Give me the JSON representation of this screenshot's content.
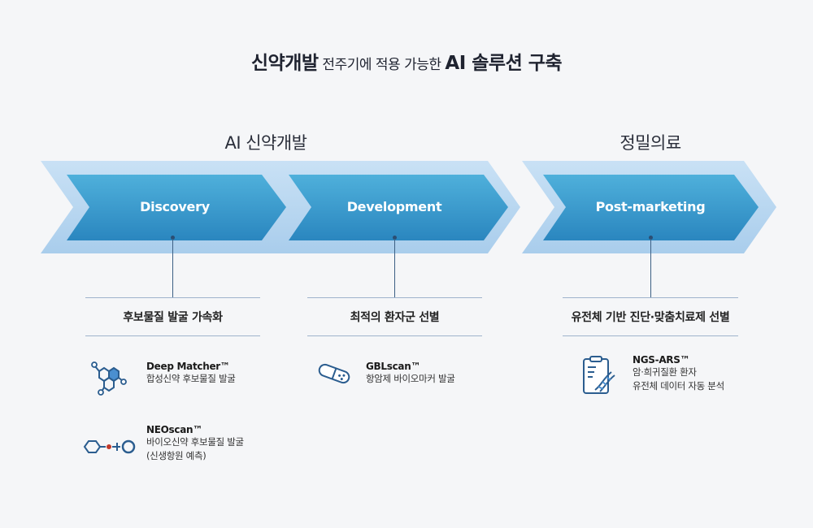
{
  "title": {
    "part1": "신약개발",
    "part2": " 전주기에 적용 가능한 ",
    "part3": "AI 솔루션 구축"
  },
  "sections": {
    "ai_drug_dev": "AI 신약개발",
    "precision_med": "정밀의료"
  },
  "stages": [
    "Discovery",
    "Development",
    "Post-marketing"
  ],
  "columns": [
    {
      "heading": "후보물질 발굴 가속화",
      "tools": [
        {
          "icon": "molecule-icon",
          "name": "Deep Matcher™",
          "desc": [
            "합성신약 후보물질 발굴"
          ]
        },
        {
          "icon": "antibody-link-icon",
          "name": "NEOscan™",
          "desc": [
            "바이오신약 후보물질 발굴",
            "(신생항원 예측)"
          ]
        }
      ]
    },
    {
      "heading": "최적의 환자군 선별",
      "tools": [
        {
          "icon": "capsule-icon",
          "name": "GBLscan™",
          "desc": [
            "항암제 바이오마커 발굴"
          ]
        }
      ]
    },
    {
      "heading": "유전체 기반 진단·맞춤치료제 선별",
      "tools": [
        {
          "icon": "dna-report-icon",
          "name": "NGS-ARS™",
          "desc": [
            "암·희귀질환 환자",
            "유전체 데이터 자동 분석"
          ]
        }
      ]
    }
  ],
  "colors": {
    "outer_chevron": "#b9d7f1",
    "inner_chevron_top": "#4aa9d6",
    "inner_chevron_bottom": "#2f8fc5",
    "line": "#9fb3cc",
    "icon": "#2b5d8f"
  }
}
